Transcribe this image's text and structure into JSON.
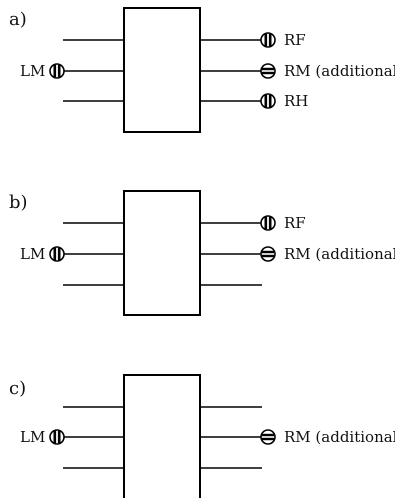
{
  "panels": {
    "a": {
      "label": "a)",
      "left_label": "LM",
      "outputs": [
        {
          "label": "RF",
          "symbol": "vertical-bars-icon"
        },
        {
          "label": "RM (additional)",
          "symbol": "horizontal-bars-icon"
        },
        {
          "label": "RH",
          "symbol": "vertical-bars-icon"
        }
      ]
    },
    "b": {
      "label": "b)",
      "left_label": "LM",
      "outputs": [
        {
          "label": "RF",
          "symbol": "vertical-bars-icon"
        },
        {
          "label": "RM (additional)",
          "symbol": "horizontal-bars-icon"
        }
      ]
    },
    "c": {
      "label": "c)",
      "left_label": "LM",
      "outputs": [
        {
          "label": "RM (additional)",
          "symbol": "horizontal-bars-icon"
        }
      ]
    }
  }
}
